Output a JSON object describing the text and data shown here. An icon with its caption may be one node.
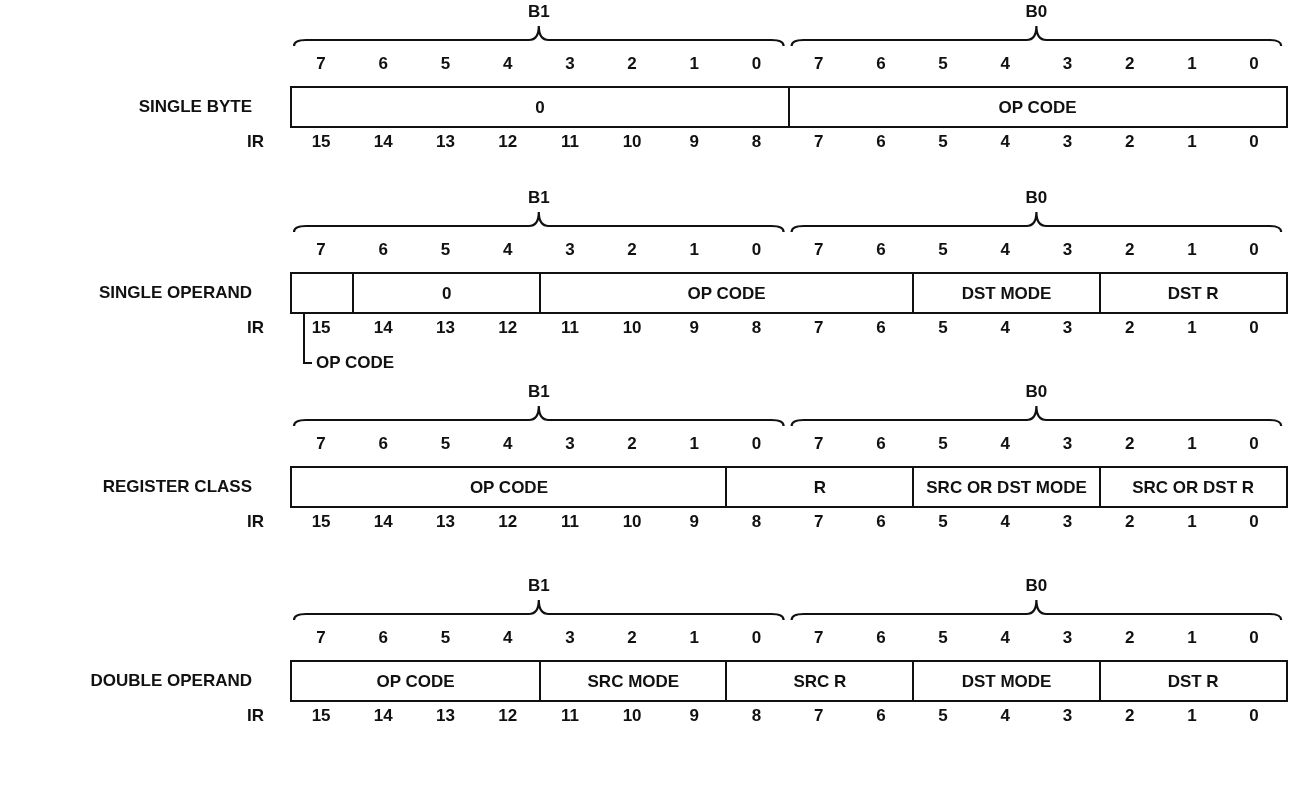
{
  "diagram": {
    "nodes": [
      {
        "text": [
          "0"
        ]
      },
      {
        "text": [
          "OP CODE"
        ]
      },
      {
        "text": [],
        "shape": "box"
      },
      {
        "text": [
          "0"
        ]
      },
      {
        "text": [
          "OP CODE"
        ]
      },
      {
        "text": [
          "DST MODE"
        ]
      },
      {
        "text": [
          "DST R"
        ]
      },
      {
        "text": [
          "OP CODE"
        ]
      },
      {
        "text": [
          "OP CODE"
        ]
      },
      {
        "text": [
          "R"
        ]
      },
      {
        "text": [
          "SRC OR DST MODE"
        ]
      },
      {
        "text": [
          "SRC OR DST R"
        ]
      },
      {
        "text": [
          "OP CODE"
        ]
      },
      {
        "text": [
          "SRC MODE"
        ]
      },
      {
        "text": [
          "SRC R"
        ]
      },
      {
        "text": [
          "DST MODE"
        ]
      },
      {
        "text": [
          "DST R"
        ]
      }
    ],
    "edges": [
      {
        "from": 7,
        "to": 2,
        "arrow": "none"
      }
    ],
    "labels": [
      "B1",
      "B0",
      "7",
      "6",
      "5",
      "4",
      "3",
      "2",
      "1",
      "0",
      "7",
      "6",
      "5",
      "4",
      "3",
      "2",
      "1",
      "0",
      "SINGLE BYTE",
      "IR",
      "15",
      "14",
      "13",
      "12",
      "11",
      "10",
      "9",
      "8",
      "7",
      "6",
      "5",
      "4",
      "3",
      "2",
      "1",
      "0",
      "B1",
      "B0",
      "7",
      "6",
      "5",
      "4",
      "3",
      "2",
      "1",
      "0",
      "7",
      "6",
      "5",
      "4",
      "3",
      "2",
      "1",
      "0",
      "SINGLE OPERAND",
      "IR",
      "15",
      "14",
      "13",
      "12",
      "11",
      "10",
      "9",
      "8",
      "7",
      "6",
      "5",
      "4",
      "3",
      "2",
      "1",
      "0",
      "B1",
      "B0",
      "7",
      "6",
      "5",
      "4",
      "3",
      "2",
      "1",
      "0",
      "7",
      "6",
      "5",
      "4",
      "3",
      "2",
      "1",
      "0",
      "REGISTER CLASS",
      "IR",
      "15",
      "14",
      "13",
      "12",
      "11",
      "10",
      "9",
      "8",
      "7",
      "6",
      "5",
      "4",
      "3",
      "2",
      "1",
      "0",
      "B1",
      "B0",
      "7",
      "6",
      "5",
      "4",
      "3",
      "2",
      "1",
      "0",
      "7",
      "6",
      "5",
      "4",
      "3",
      "2",
      "1",
      "0",
      "DOUBLE OPERAND",
      "IR",
      "15",
      "14",
      "13",
      "12",
      "11",
      "10",
      "9",
      "8",
      "7",
      "6",
      "5",
      "4",
      "3",
      "2",
      "1",
      "0"
    ]
  }
}
